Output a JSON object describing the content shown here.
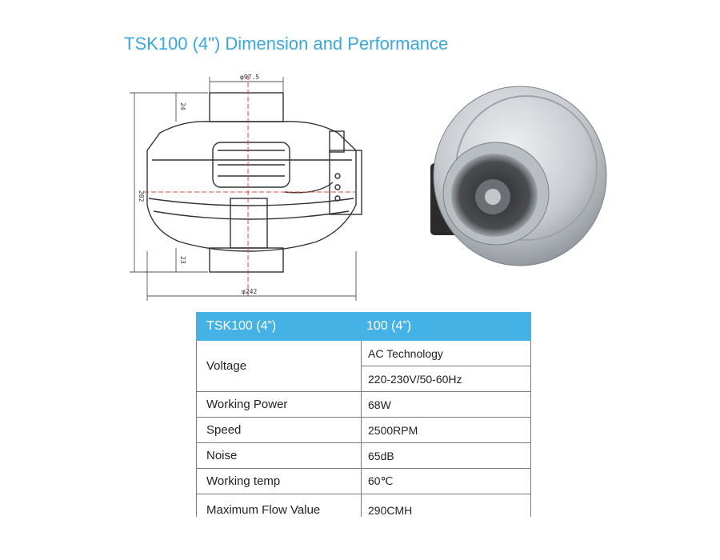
{
  "title": "TSK100 (4\") Dimension and Performance",
  "drawing": {
    "dim_top_diameter": "φ97.5",
    "dim_bottom_diameter": "φ242",
    "dim_height": "202",
    "dim_top_collar": "24",
    "dim_bottom_collar": "23"
  },
  "table": {
    "header": [
      "TSK100 (4”)",
      "100 (4”)"
    ],
    "voltage_label": "Voltage",
    "voltage_values": [
      "AC Technology",
      "220-230V/50-60Hz"
    ],
    "rows": [
      {
        "label": "Working Power",
        "value": "68W"
      },
      {
        "label": "Speed",
        "value": "2500RPM"
      },
      {
        "label": "Noise",
        "value": "65dB"
      },
      {
        "label": "Working temp",
        "value": "60℃"
      },
      {
        "label": "Maximum Flow Value",
        "value": "290CMH"
      }
    ]
  },
  "colors": {
    "title": "#3aa8dc",
    "header_bg": "#45b2e6",
    "dimension_lines": "#e0443a",
    "casing_silver": "#c7cbd0"
  }
}
